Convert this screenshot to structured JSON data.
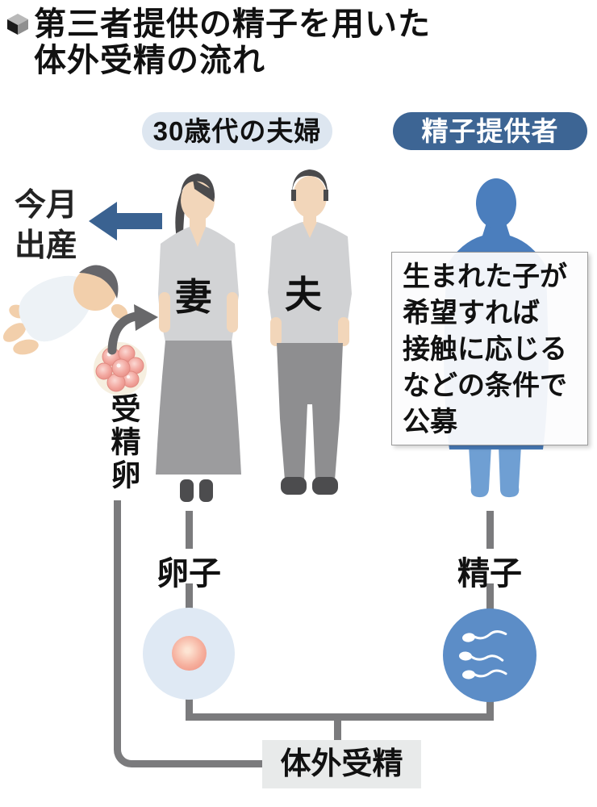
{
  "title": {
    "line1": "第三者提供の精子を用いた",
    "line2": "体外受精の流れ"
  },
  "group_labels": {
    "couple": "30歳代の夫婦",
    "donor": "精子提供者"
  },
  "people": {
    "wife": "妻",
    "husband": "夫"
  },
  "birth_note": {
    "line1": "今月",
    "line2": "出産"
  },
  "fertilized_egg_label": "受精卵",
  "donor_conditions": [
    "生まれた子が",
    "希望すれば",
    "接触に応じる",
    "などの条件で",
    "公募"
  ],
  "gametes": {
    "egg": "卵子",
    "sperm": "精子"
  },
  "process": {
    "ivf": "体外受精"
  },
  "icons": [
    "cube-icon",
    "left-arrow-icon",
    "baby-icon",
    "fertilized-egg-icon",
    "curved-arrow-icon",
    "egg-cell-icon",
    "sperm-cell-icon"
  ],
  "colors": {
    "accent_blue": "#3a6291",
    "donor_blue": "#4b7ebd",
    "donor_leg_blue": "#6f9fd3",
    "pill_light": "#dde6f0",
    "pill_dark": "#3d6594",
    "line_gray": "#7b7b7d",
    "egg_circle": "#dfe9f4",
    "sperm_circle": "#5c8dc7",
    "ivf_box_bg": "#e8eaea"
  }
}
